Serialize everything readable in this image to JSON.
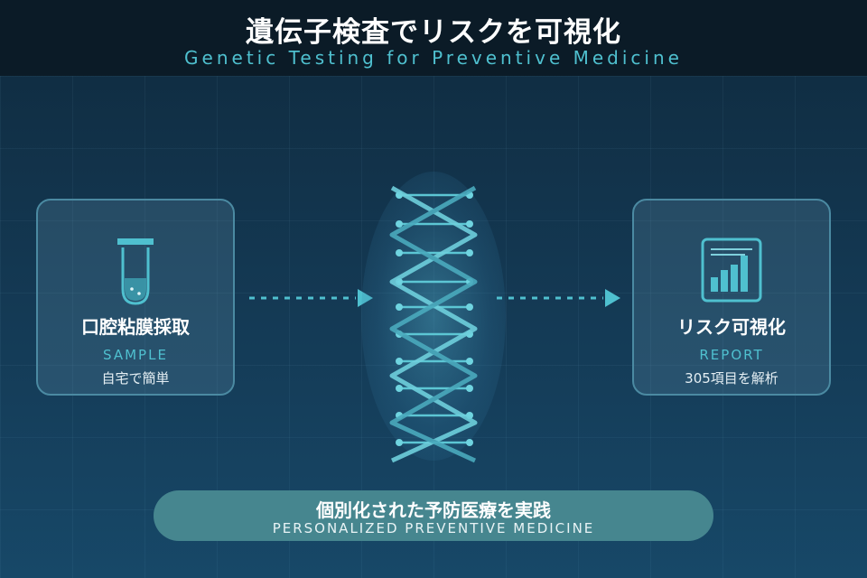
{
  "header": {
    "title": "遺伝子検査でリスクを可視化",
    "subtitle": "Genetic Testing for Preventive Medicine"
  },
  "steps": [
    {
      "name": "口腔粘膜採取",
      "en": "SAMPLE",
      "desc": "自宅で簡単",
      "icon": "test-tube-icon"
    },
    {
      "name": "リスク可視化",
      "en": "REPORT",
      "desc": "305項目を解析",
      "icon": "bar-chart-report-icon"
    }
  ],
  "center": {
    "icon": "dna-helix-icon"
  },
  "footer": {
    "title": "個別化された予防医療を実践",
    "subtitle": "PERSONALIZED PREVENTIVE MEDICINE"
  },
  "colors": {
    "accent": "#4fc0cf",
    "background": "#143a55",
    "header_bg": "#0b1b27",
    "pill": "#46868f"
  }
}
